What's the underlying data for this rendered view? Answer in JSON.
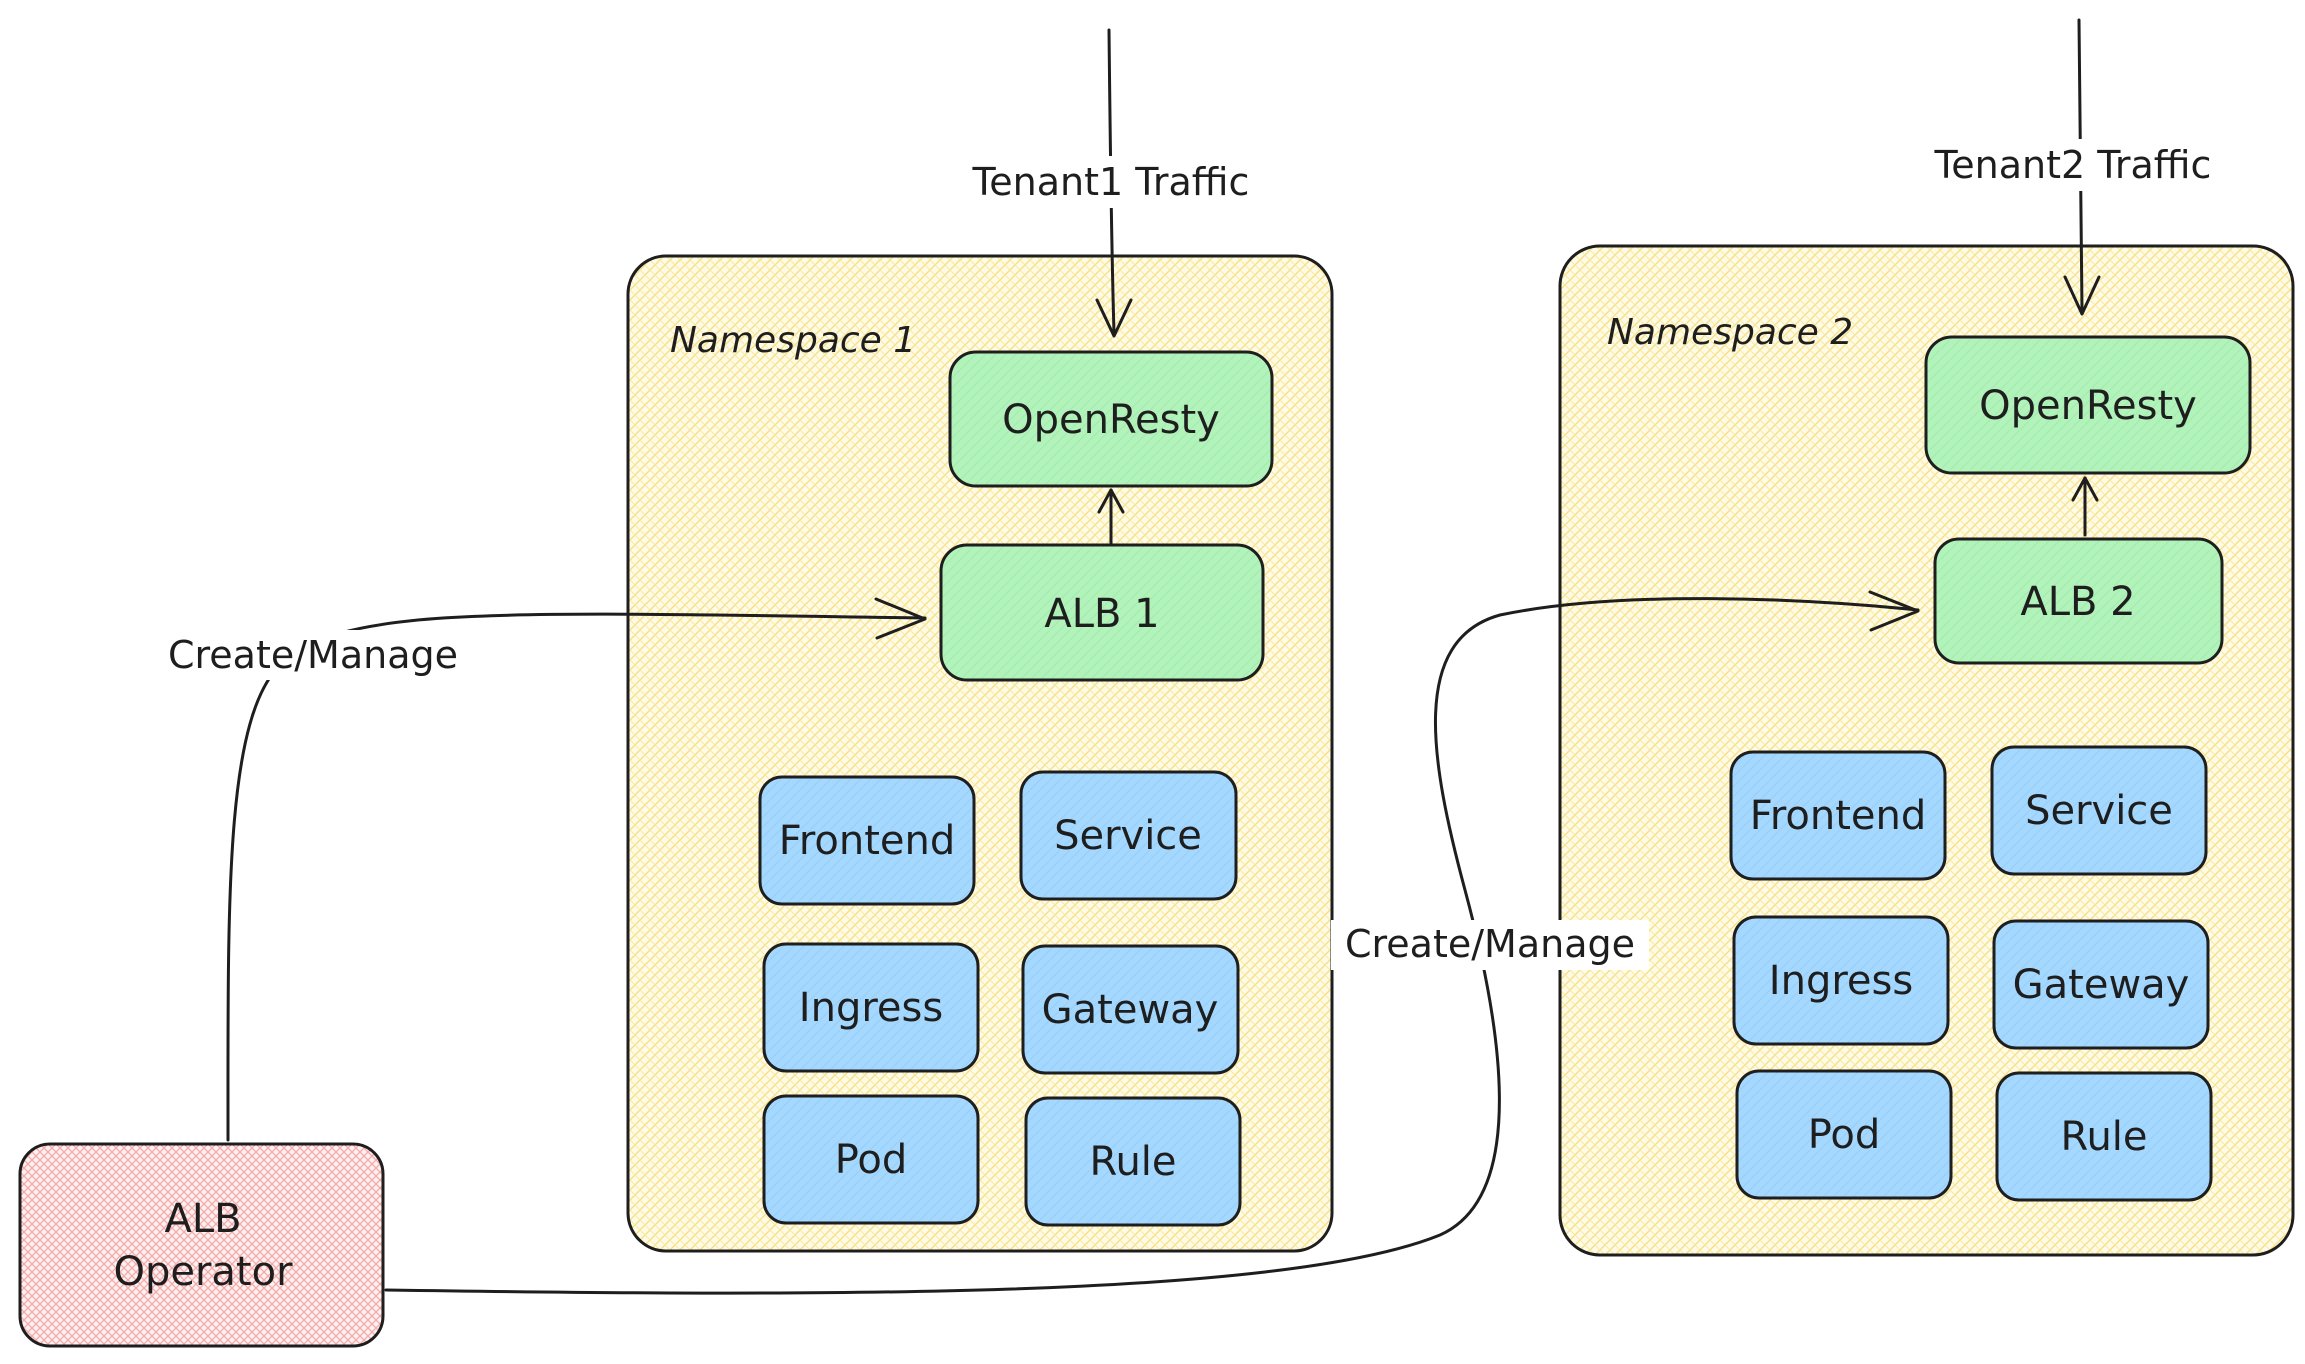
{
  "colors": {
    "namespace_fill": "#fff3bf",
    "proxy_fill": "#b2f2bb",
    "resource_fill": "#a5d8ff",
    "operator_fill": "#ffc9c9",
    "stroke": "#1e1e1e"
  },
  "operator": {
    "line1": "ALB",
    "line2": "Operator"
  },
  "namespace1": {
    "title": "Namespace 1",
    "traffic_label": "Tenant1 Traffic",
    "openresty": "OpenResty",
    "alb": "ALB 1",
    "resources": {
      "frontend": "Frontend",
      "service": "Service",
      "ingress": "Ingress",
      "gateway": "Gateway",
      "pod": "Pod",
      "rule": "Rule"
    }
  },
  "namespace2": {
    "title": "Namespace 2",
    "traffic_label": "Tenant2 Traffic",
    "openresty": "OpenResty",
    "alb": "ALB 2",
    "resources": {
      "frontend": "Frontend",
      "service": "Service",
      "ingress": "Ingress",
      "gateway": "Gateway",
      "pod": "Pod",
      "rule": "Rule"
    }
  },
  "edges": {
    "manage1": "Create/Manage",
    "manage2": "Create/Manage"
  }
}
